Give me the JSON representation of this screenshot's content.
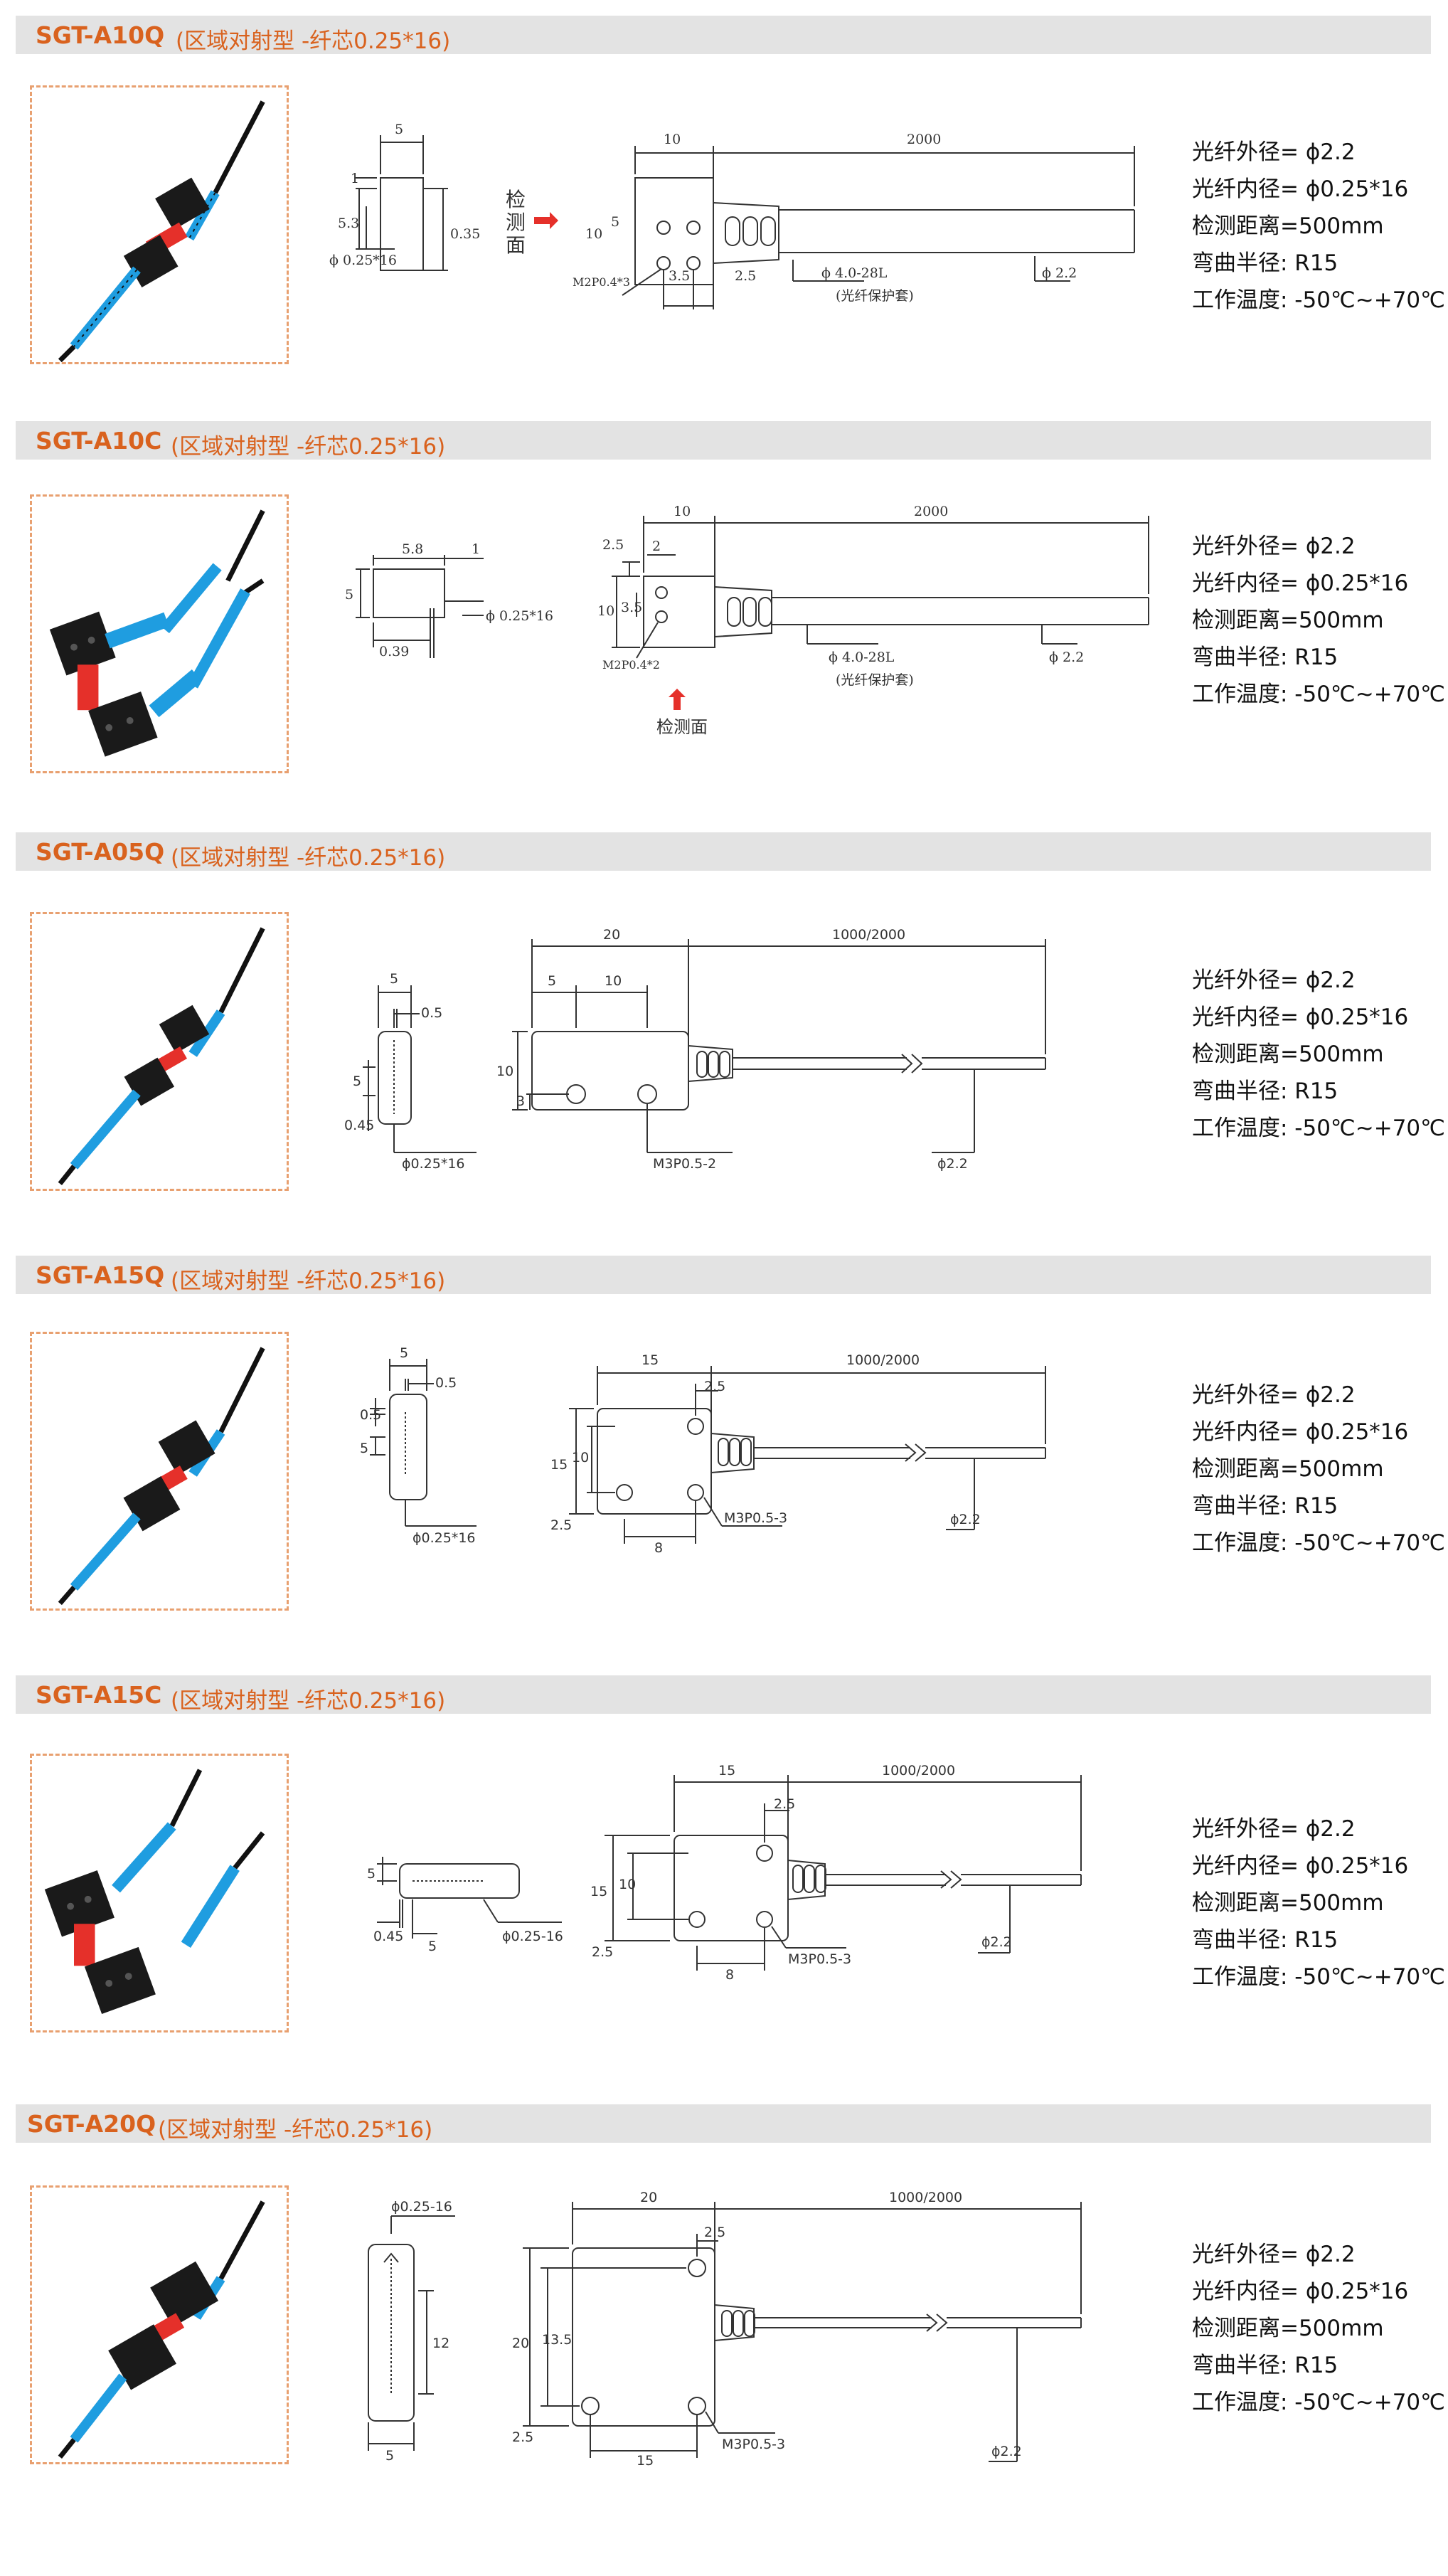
{
  "sections": [
    {
      "title": "SGT-A10Q",
      "subtitle": "(区域对射型 -纤芯0.25*16)",
      "photo_type": "pair-inline",
      "specs": [
        "光纤外径= ϕ2.2",
        "光纤内径= ϕ0.25*16",
        "检测距离=500mm",
        "弯曲半径: R15",
        "工作温度: -50℃~+70℃"
      ],
      "dims": {
        "a": "5",
        "b": "1",
        "c": "5.3",
        "d": "0.35",
        "e": "ϕ 0.25*16",
        "detect": "检测面",
        "detect_v": [
          "检",
          "测",
          "面"
        ],
        "f": "10",
        "g": "2000",
        "h": "10",
        "i": "5",
        "j": "M2P0.4*3",
        "k": "3.5",
        "l": "2.5",
        "m": "ϕ 4.0-28L",
        "n": "(光纤保护套)",
        "o": "ϕ 2.2"
      }
    },
    {
      "title": "SGT-A10C",
      "subtitle": "(区域对射型 -纤芯0.25*16)",
      "photo_type": "pair-angled",
      "specs": [
        "光纤外径= ϕ2.2",
        "光纤内径= ϕ0.25*16",
        "检测距离=500mm",
        "弯曲半径: R15",
        "工作温度: -50℃~+70℃"
      ],
      "dims": {
        "a": "5.8",
        "b": "1",
        "c": "5",
        "d": "ϕ 0.25*16",
        "e": "0.39",
        "f": "2.5",
        "g": "10",
        "h": "2000",
        "i": "2",
        "j": "10",
        "k": "3.5",
        "l": "M2P0.4*2",
        "m": "ϕ 4.0-28L",
        "n": "(光纤保护套)",
        "o": "ϕ 2.2",
        "detect": "检测面"
      }
    },
    {
      "title": "SGT-A05Q",
      "subtitle": "(区域对射型 -纤芯0.25*16)",
      "photo_type": "pair-inline",
      "specs": [
        "光纤外径= ϕ2.2",
        "光纤内径= ϕ0.25*16",
        "检测距离=500mm",
        "弯曲半径: R15",
        "工作温度: -50℃~+70℃"
      ],
      "dims": {
        "a": "5",
        "b": "0.5",
        "c": "5",
        "d": "0.45",
        "e": "ϕ0.25*16",
        "f": "20",
        "g": "1000/2000",
        "h": "5",
        "i": "10",
        "j": "10",
        "k": "3",
        "l": "M3P0.5-2",
        "m": "ϕ2.2"
      }
    },
    {
      "title": "SGT-A15Q",
      "subtitle": "(区域对射型 -纤芯0.25*16)",
      "photo_type": "pair-inline",
      "specs": [
        "光纤外径= ϕ2.2",
        "光纤内径= ϕ0.25*16",
        "检测距离=500mm",
        "弯曲半径: R15",
        "工作温度: -50℃~+70℃"
      ],
      "dims": {
        "a": "5",
        "b": "0.5",
        "c": "0.5",
        "d": "5",
        "e": "ϕ0.25*16",
        "f": "15",
        "g": "1000/2000",
        "h": "2.5",
        "i": "15",
        "j": "10",
        "k": "2.5",
        "l": "8",
        "m": "M3P0.5-3",
        "n": "ϕ2.2"
      }
    },
    {
      "title": "SGT-A15C",
      "subtitle": "(区域对射型 -纤芯0.25*16)",
      "photo_type": "pair-angled",
      "specs": [
        "光纤外径= ϕ2.2",
        "光纤内径= ϕ0.25*16",
        "检测距离=500mm",
        "弯曲半径: R15",
        "工作温度: -50℃~+70℃"
      ],
      "dims": {
        "a": "5",
        "b": "0.45",
        "c": "5",
        "d": "ϕ0.25-16",
        "f": "15",
        "g": "1000/2000",
        "h": "2.5",
        "i": "15",
        "j": "10",
        "k": "2.5",
        "l": "8",
        "m": "M3P0.5-3",
        "n": "ϕ2.2"
      }
    },
    {
      "title": "SGT-A20Q",
      "subtitle": "(区域对射型 -纤芯0.25*16)",
      "photo_type": "pair-inline",
      "specs": [
        "光纤外径= ϕ2.2",
        "光纤内径= ϕ0.25*16",
        "检测距离=500mm",
        "弯曲半径: R15",
        "工作温度: -50℃~+70℃"
      ],
      "dims": {
        "a": "ϕ0.25-16",
        "b": "12",
        "c": "5",
        "f": "20",
        "g": "1000/2000",
        "h": "2.5",
        "i": "20",
        "j": "13.5",
        "k": "2.5",
        "l": "15",
        "m": "M3P0.5-3",
        "n": "ϕ2.2"
      }
    }
  ],
  "colors": {
    "header_bg": "#e3e3e3",
    "title": "#d9621e",
    "photo_border": "#e8a070",
    "fiber": "#1f9de0",
    "sensor_red": "#e5302a"
  }
}
